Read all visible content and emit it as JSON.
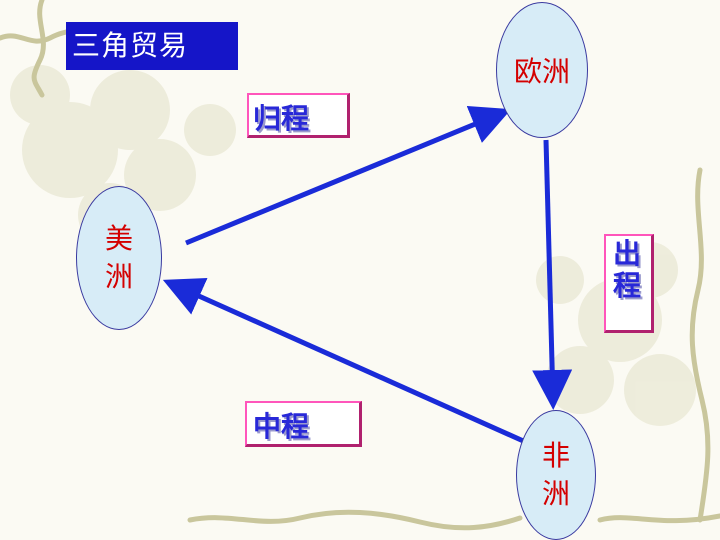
{
  "title": "三角贸易",
  "nodes": {
    "europe": "欧洲",
    "america": [
      "美",
      "洲"
    ],
    "africa": [
      "非",
      "洲"
    ]
  },
  "legs": {
    "outbound": "出程",
    "middle": "中程",
    "return": "归程"
  },
  "colors": {
    "title_bg": "#1515c8",
    "node_fill": "#d7ecf7",
    "node_text": "#d40000",
    "arrow": "#1a2bd8",
    "leg_text": "#2828d8",
    "leg_border": "#ff55bb"
  }
}
